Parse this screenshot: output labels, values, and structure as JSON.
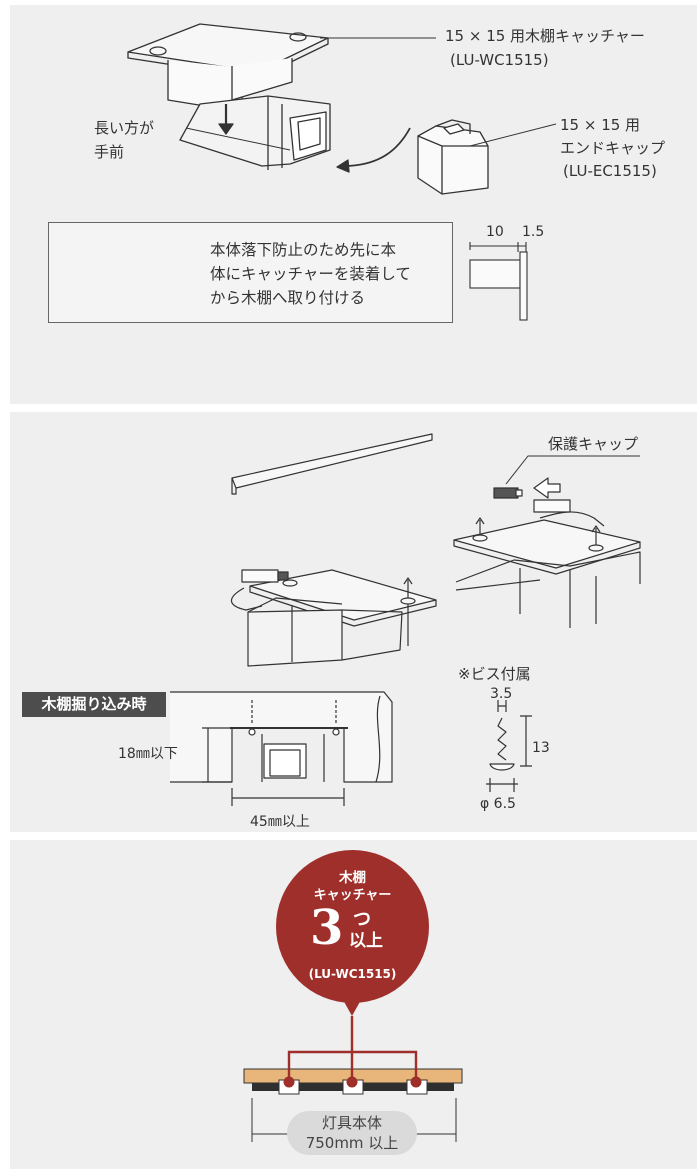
{
  "panel1": {
    "catcher_label": "15 × 15 用木棚キャッチャー",
    "catcher_code": "(LU-WC1515)",
    "long_side_line1": "長い方が",
    "long_side_line2": "手前",
    "endcap_label": "15 × 15 用",
    "endcap_name": "エンドキャップ",
    "endcap_code": "(LU-EC1515)",
    "warning_line1": "本体落下防止のため先に本",
    "warning_line2": "体にキャッチャーを装着して",
    "warning_line3": "から木棚へ取り付ける",
    "dim_a": "10",
    "dim_b": "1.5"
  },
  "panel2": {
    "protect_cap_label": "保護キャップ",
    "screw_note": "※ビス付属",
    "screw_dim_top": "3.5",
    "screw_dim_side": "13",
    "screw_dim_bottom": "φ 6.5",
    "recess_label": "木棚掘り込み時",
    "depth_label": "18㎜以下",
    "width_label": "45㎜以上"
  },
  "panel3": {
    "badge_line1": "木棚",
    "badge_line2": "キャッチャー",
    "badge_number": "3",
    "badge_unit": "つ",
    "badge_suffix": "以上",
    "badge_code": "(LU-WC1515)",
    "length_line1": "灯具本体",
    "length_line2": "750mm 以上"
  },
  "colors": {
    "panel_bg": "#efefef",
    "accent_red": "#9e2f2a",
    "wood": "#e8b67a",
    "warning_yellow": "#f2c200",
    "label_dark": "#4d4d4d"
  }
}
